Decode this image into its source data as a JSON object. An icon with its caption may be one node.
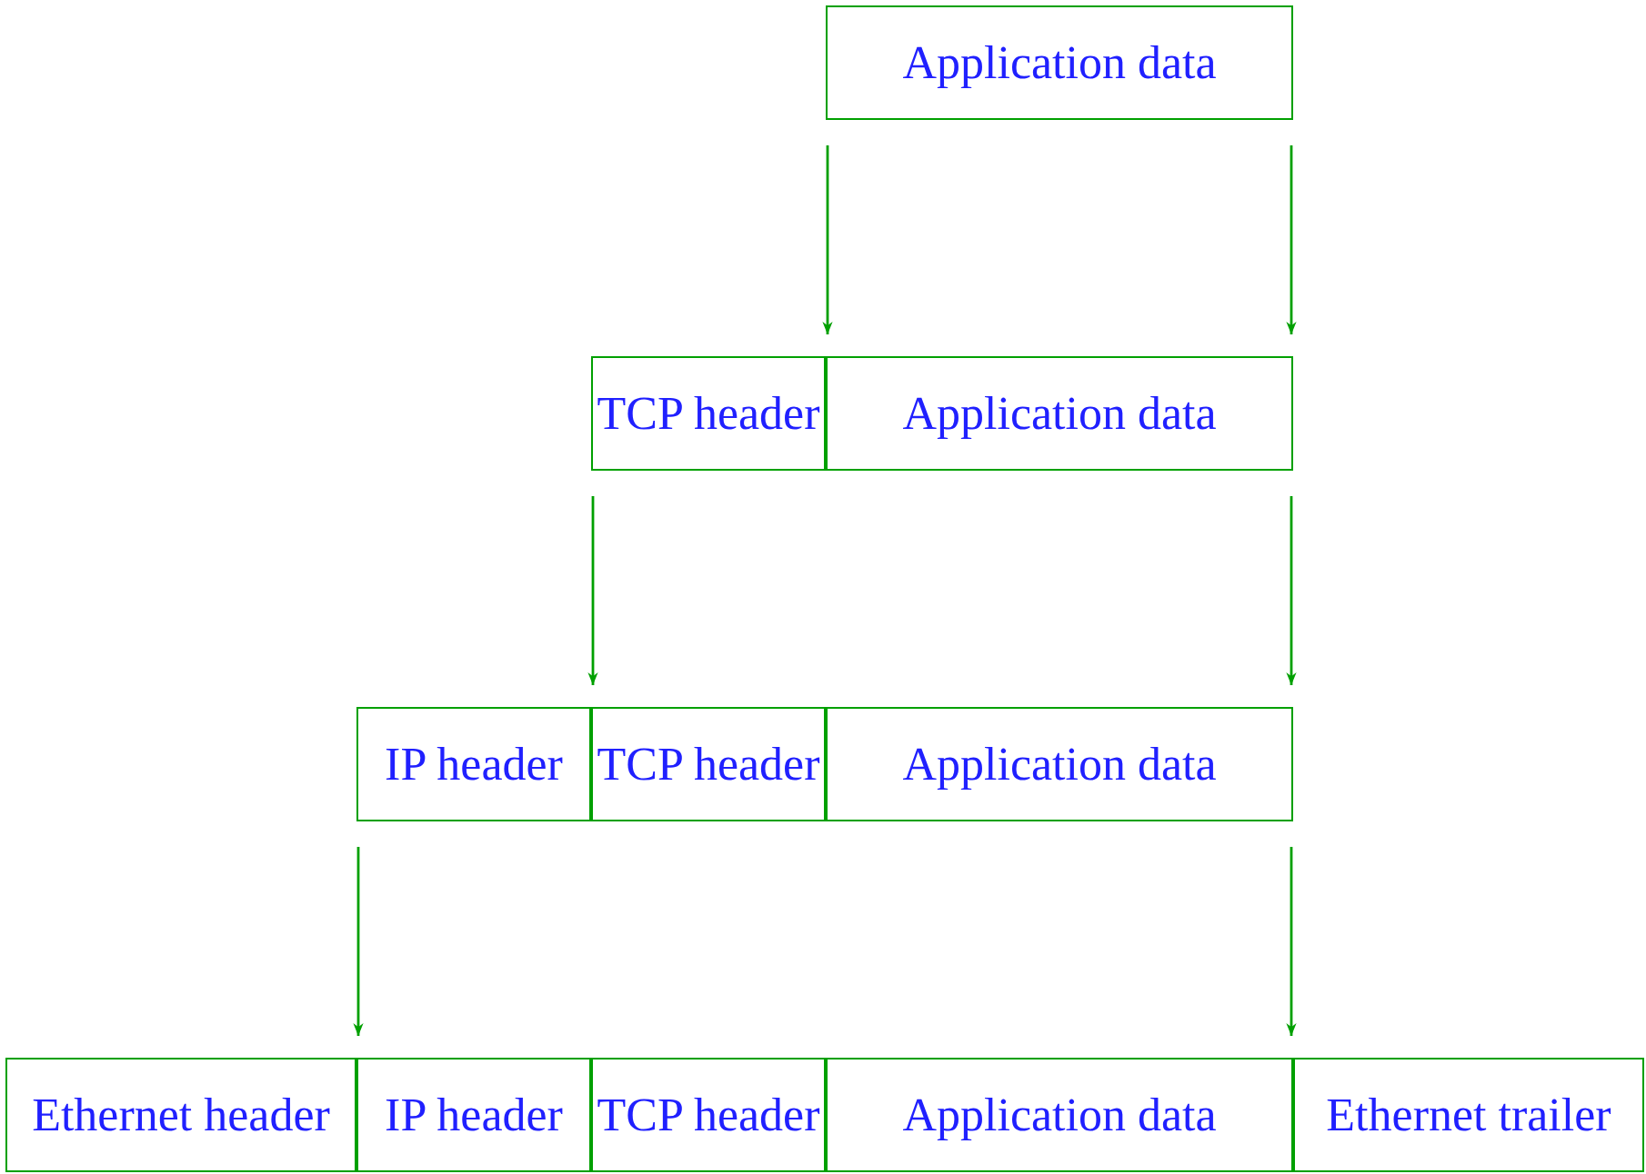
{
  "diagram": {
    "nodes": [
      {
        "text": [
          "Application data"
        ]
      },
      {
        "text": [
          "TCP header"
        ]
      },
      {
        "text": [
          "Application data"
        ]
      },
      {
        "text": [
          "IP header"
        ]
      },
      {
        "text": [
          "TCP header"
        ]
      },
      {
        "text": [
          "Application data"
        ]
      },
      {
        "text": [
          "Ethernet header"
        ]
      },
      {
        "text": [
          "IP header"
        ]
      },
      {
        "text": [
          "TCP header"
        ]
      },
      {
        "text": [
          "Application data"
        ]
      },
      {
        "text": [
          "Ethernet trailer"
        ]
      }
    ],
    "edges": [
      {
        "from": 0,
        "to": 2,
        "arrow": "to"
      },
      {
        "from": 0,
        "to": 2,
        "arrow": "to"
      },
      {
        "from": 1,
        "to": 4,
        "arrow": "to"
      },
      {
        "from": 2,
        "to": 5,
        "arrow": "to"
      },
      {
        "from": 3,
        "to": 7,
        "arrow": "to"
      },
      {
        "from": 5,
        "to": 9,
        "arrow": "to"
      }
    ]
  }
}
